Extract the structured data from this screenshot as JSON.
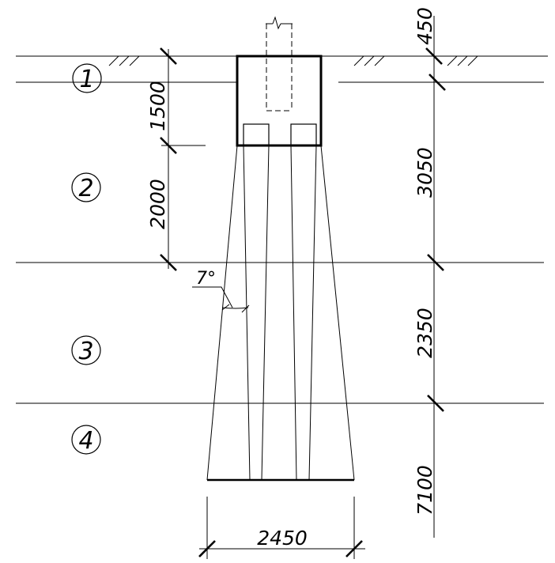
{
  "drawing": {
    "layers": [
      {
        "number": "1"
      },
      {
        "number": "2"
      },
      {
        "number": "3"
      },
      {
        "number": "4"
      }
    ],
    "dimensions": {
      "top": "450",
      "layer1_thickness": "1500",
      "layer2_to_pile": "2000",
      "layer2_thickness": "3050",
      "layer3_thickness": "2350",
      "layer4_thickness": "7100",
      "base_width": "2450"
    },
    "angle_label": "7°"
  }
}
